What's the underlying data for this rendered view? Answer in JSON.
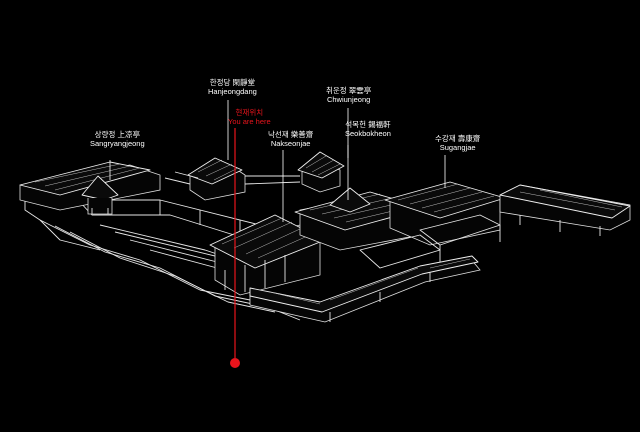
{
  "marker": {
    "color": "#e8141c"
  },
  "labels": {
    "sangryangjeong": {
      "ko": "상량정 上凉亭",
      "en": "Sangryangjeong"
    },
    "hanjeongdang": {
      "ko": "한정당 閑靜堂",
      "en": "Hanjeongdang"
    },
    "current": {
      "ko": "현재위치",
      "en": "You are here"
    },
    "nakseonjae": {
      "ko": "낙선재 樂善齋",
      "en": "Nakseonjae"
    },
    "chwiunjeong": {
      "ko": "취운정 翠雲亭",
      "en": "Chwiunjeong"
    },
    "seokbokheon": {
      "ko": "석복헌 錫福軒",
      "en": "Seokbokheon"
    },
    "sugangjae": {
      "ko": "수강재 壽康齋",
      "en": "Sugangjae"
    }
  }
}
